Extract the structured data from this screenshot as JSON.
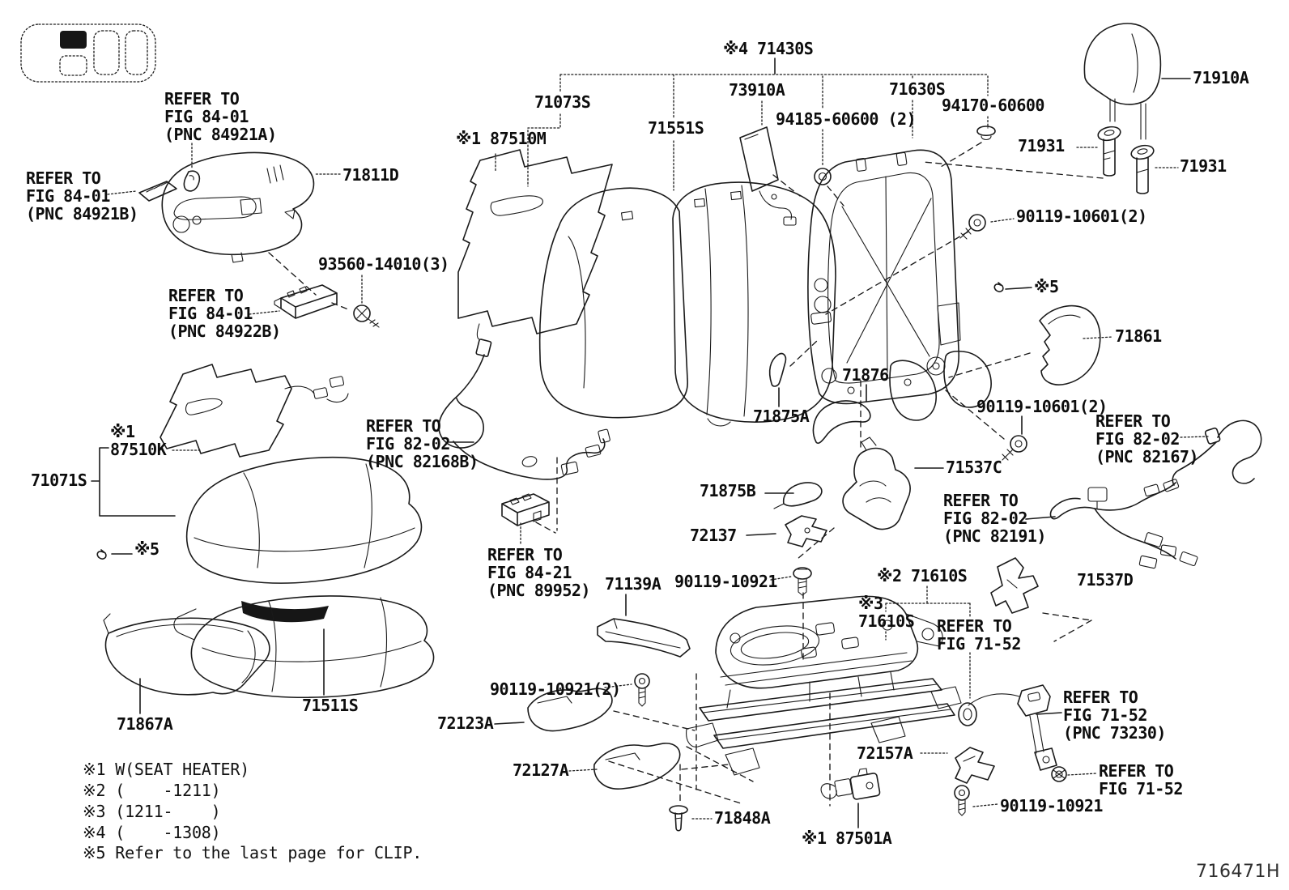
{
  "labels": {
    "refer_84921A": "REFER TO\nFIG 84-01\n(PNC 84921A)",
    "refer_84921B": "REFER TO\nFIG 84-01\n(PNC 84921B)",
    "p71811D": "71811D",
    "p93560": "93560-14010(3)",
    "refer_84922B": "REFER TO\nFIG 84-01\n(PNC 84922B)",
    "p71430S": "※4 71430S",
    "p71073S": "71073S",
    "p87510M": "※1 87510M",
    "p71551S": "71551S",
    "p73910A": "73910A",
    "p94185": "94185-60600 (2)",
    "p71630S": "71630S",
    "p94170": "94170-60600",
    "p71910A": "71910A",
    "p71931L": "71931",
    "p71931R": "71931",
    "p90119_10601_top": "90119-10601(2)",
    "clip5_top": "※5",
    "p71861": "71861",
    "p71876": "71876",
    "p71875A": "71875A",
    "refer_82167": "REFER TO\nFIG 82-02\n(PNC 82167)",
    "p90119_10601_mid": "90119-10601(2)",
    "refer_82168B": "REFER TO\nFIG 82-02\n(PNC 82168B)",
    "p71537C": "71537C",
    "p71875B": "71875B",
    "refer_82191": "REFER TO\nFIG 82-02\n(PNC 82191)",
    "p72137": "72137",
    "p87510K": "※1\n87510K",
    "p71071S": "71071S",
    "clip5_left": "※5",
    "refer_89952": "REFER TO\nFIG 84-21\n(PNC 89952)",
    "p71139A": "71139A",
    "p90119_10921_L": "90119-10921",
    "p71610S_x2": "※2 71610S",
    "p71610S_x3": "※3\n71610S",
    "refer_7152_top": "REFER TO\nFIG 71-52",
    "p71537D": "71537D",
    "p90119_10921_2": "90119-10921(2)",
    "p72123A": "72123A",
    "p72127A": "72127A",
    "p71867A": "71867A",
    "p71511S": "71511S",
    "p71848A": "71848A",
    "p87501A": "※1 87501A",
    "p72157A": "72157A",
    "refer_73230": "REFER TO\nFIG 71-52\n(PNC 73230)",
    "refer_7152_bot": "REFER TO\nFIG 71-52",
    "p90119_10921_B": "90119-10921",
    "diagram_code": "716471H"
  },
  "notes": [
    "※1 W(SEAT HEATER)",
    "※2 (    -1211)",
    "※3 (1211-    )",
    "※4 (    -1308)",
    "※5 Refer to the last page for CLIP."
  ]
}
